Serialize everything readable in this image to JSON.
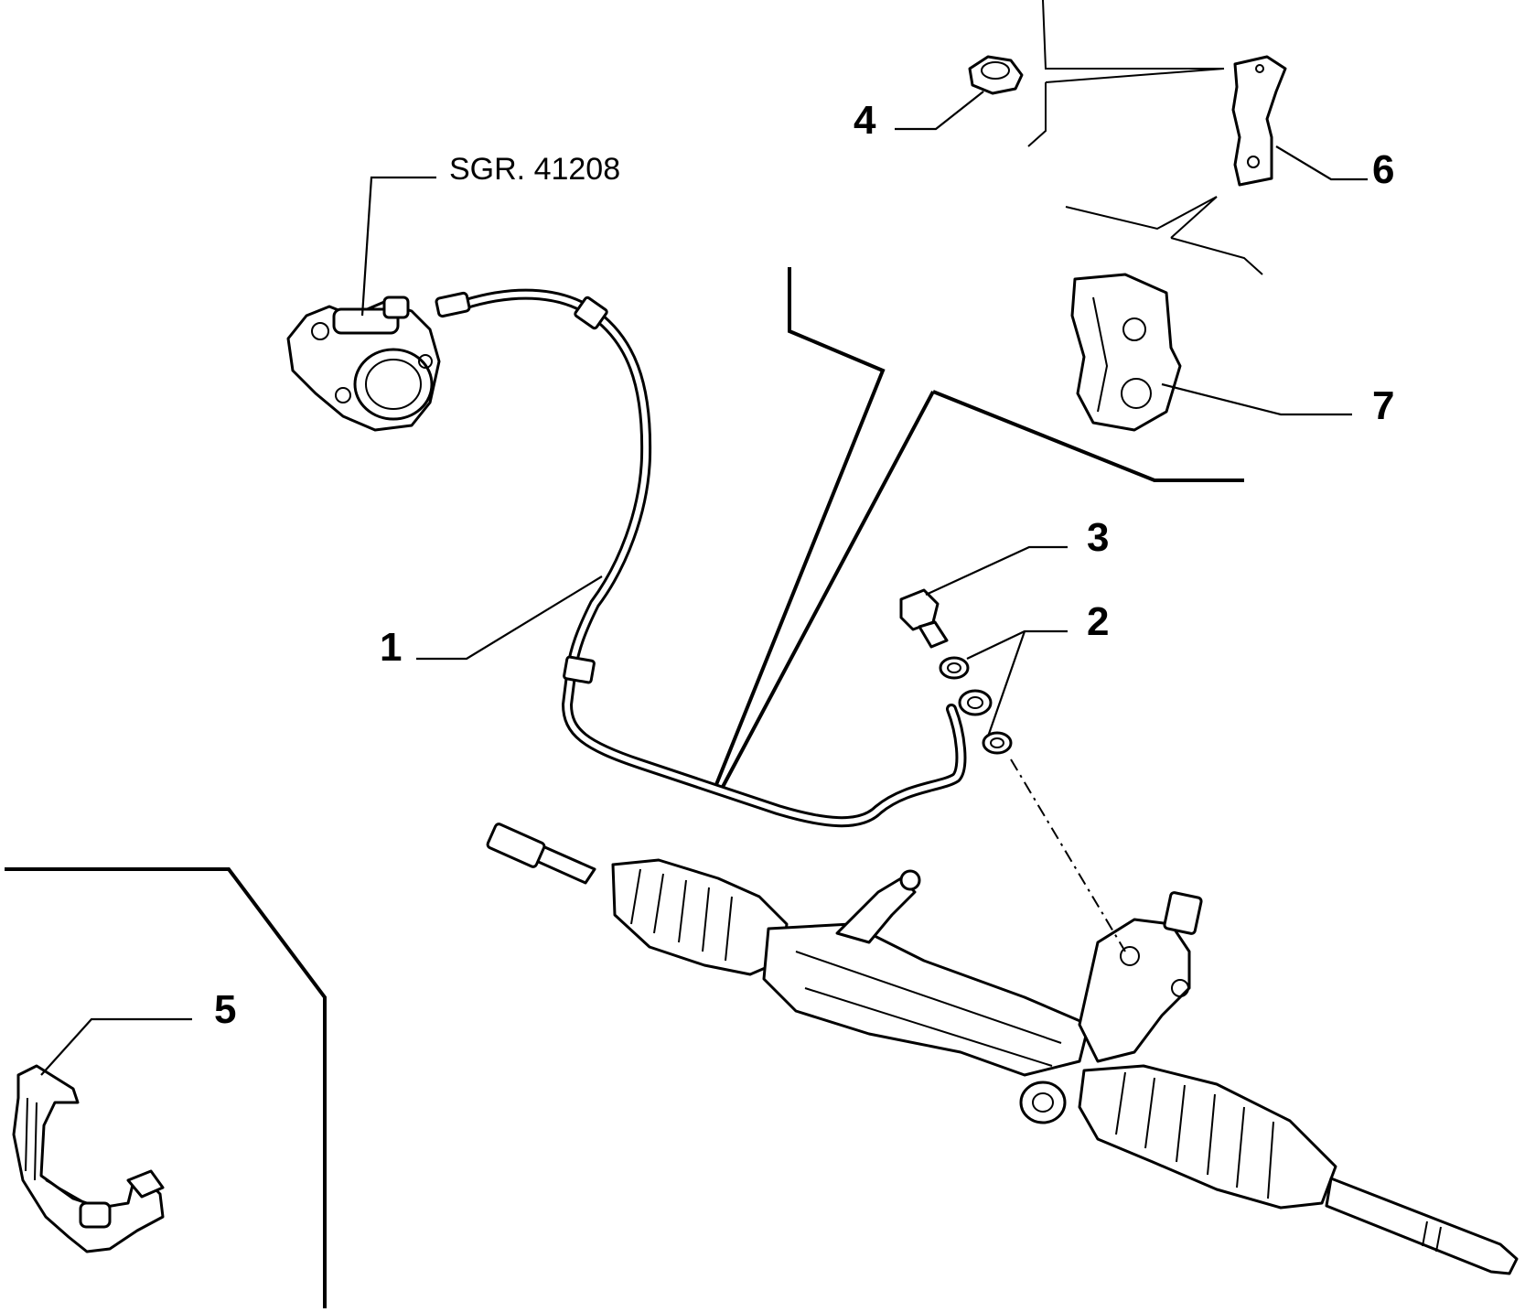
{
  "reference": "SGR. 41208",
  "callouts": [
    "1",
    "2",
    "3",
    "4",
    "5",
    "6",
    "7"
  ],
  "colors": {
    "ink": "#000000",
    "paper": "#ffffff"
  }
}
